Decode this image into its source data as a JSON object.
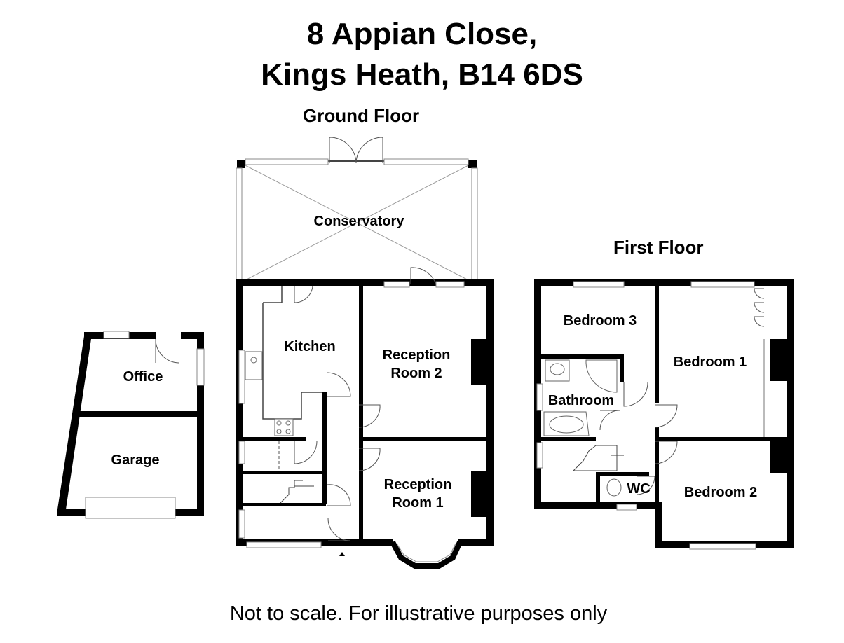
{
  "title": {
    "line1": "8 Appian Close,",
    "line2": "Kings Heath, B14 6DS"
  },
  "floors": {
    "ground": "Ground Floor",
    "first": "First Floor"
  },
  "rooms": {
    "conservatory": "Conservatory",
    "kitchen": "Kitchen",
    "reception2_l1": "Reception",
    "reception2_l2": "Room 2",
    "reception1_l1": "Reception",
    "reception1_l2": "Room 1",
    "office": "Office",
    "garage": "Garage",
    "bedroom3": "Bedroom 3",
    "bedroom1": "Bedroom 1",
    "bedroom2": "Bedroom 2",
    "bathroom": "Bathroom",
    "wc": "WC"
  },
  "footer": "Not to scale. For illustrative purposes only"
}
